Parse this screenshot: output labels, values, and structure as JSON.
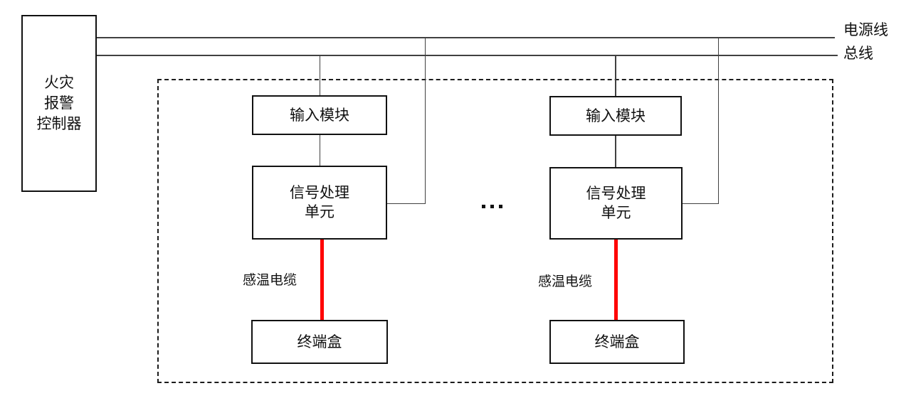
{
  "controller": {
    "lines": [
      "火灾",
      "报警",
      "控制器"
    ]
  },
  "top_lines": {
    "power_label": "电源线",
    "bus_label": "总线"
  },
  "ellipsis": "···",
  "units": [
    {
      "input_module": "输入模块",
      "processor": [
        "信号处理",
        "单元"
      ],
      "cable_label": "感温电缆",
      "terminal_box": "终端盒"
    },
    {
      "input_module": "输入模块",
      "processor": [
        "信号处理",
        "单元"
      ],
      "cable_label": "感温电缆",
      "terminal_box": "终端盒"
    }
  ],
  "colors": {
    "sensing_cable": "#ff0000",
    "wire_line": "#404040",
    "box_border": "#111111",
    "background": "#ffffff"
  }
}
